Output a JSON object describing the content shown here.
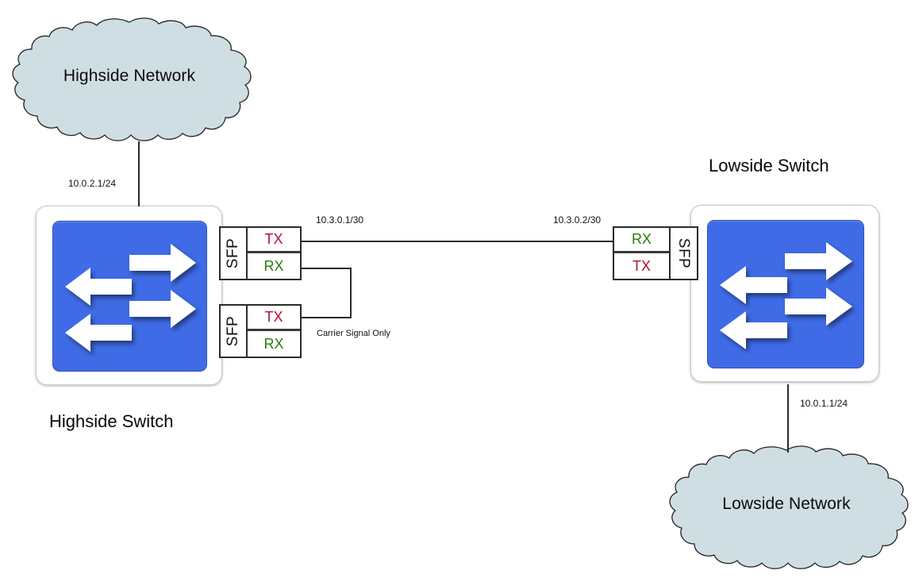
{
  "diagram": {
    "title": "Highside / Lowside data diode network diagram",
    "colors": {
      "cloud_fill": "#cfdee2",
      "cloud_stroke": "#222222",
      "switch_blue": "#3f6be6",
      "tx_red": "#b0102f",
      "rx_green": "#2a7a12",
      "wire": "#2b2b2b"
    }
  },
  "clouds": [
    {
      "id": "highside-network",
      "label": "Highside Network"
    },
    {
      "id": "lowside-network",
      "label": "Lowside Network"
    }
  ],
  "switches": [
    {
      "id": "highside-switch",
      "title": "Highside Switch"
    },
    {
      "id": "lowside-switch",
      "title": "Lowside Switch"
    }
  ],
  "sfp_modules": [
    {
      "id": "highside-sfp-top",
      "module_label": "SFP",
      "ports": [
        {
          "name": "TX",
          "role": "tx"
        },
        {
          "name": "RX",
          "role": "rx"
        }
      ]
    },
    {
      "id": "highside-sfp-bottom",
      "module_label": "SFP",
      "ports": [
        {
          "name": "TX",
          "role": "tx"
        },
        {
          "name": "RX",
          "role": "rx"
        }
      ]
    },
    {
      "id": "lowside-sfp",
      "module_label": "SFP",
      "ports": [
        {
          "name": "RX",
          "role": "rx"
        },
        {
          "name": "TX",
          "role": "tx"
        }
      ]
    }
  ],
  "ip_labels": [
    {
      "id": "highside-uplink-ip",
      "text": "10.0.2.1/24"
    },
    {
      "id": "highside-link-ip",
      "text": "10.3.0.1/30"
    },
    {
      "id": "lowside-link-ip",
      "text": "10.3.0.2/30"
    },
    {
      "id": "lowside-uplink-ip",
      "text": "10.0.1.1/24"
    }
  ],
  "notes": [
    {
      "id": "carrier-signal-note",
      "text": "Carrier Signal Only"
    }
  ]
}
